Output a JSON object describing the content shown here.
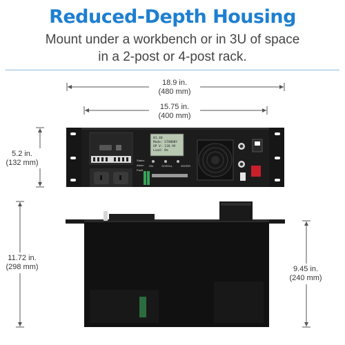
{
  "header": {
    "title": "Reduced-Depth Housing",
    "subtitle_line1": "Mount under a workbench or in 3U of space",
    "subtitle_line2": "in a 2-post or 4-post rack."
  },
  "dimensions": {
    "overall_width": {
      "in": "18.9 in.",
      "mm": "(480 mm)"
    },
    "body_width": {
      "in": "15.75 in.",
      "mm": "(400 mm)"
    },
    "height": {
      "in": "5.2 in.",
      "mm": "(132 mm)"
    },
    "total_depth": {
      "in": "11.72 in.",
      "mm": "(298 mm)"
    },
    "body_depth": {
      "in": "9.45 in.",
      "mm": "(240 mm)"
    }
  },
  "lcd": {
    "line1": "01.40",
    "line2": "Mode: STANDBY",
    "line3": "OP V: 118.9V",
    "line4": "Load: 0%"
  },
  "panel": {
    "status_label": "Status",
    "alarm_label": "Alarm",
    "fault_label": "Fault",
    "btn1": "ON",
    "btn2": "SCROLL",
    "btn3": "ENTER"
  },
  "colors": {
    "title": "#1e7fd0",
    "device": "#111111",
    "accent_red": "#c8202a",
    "accent_green": "#3aa35a"
  }
}
